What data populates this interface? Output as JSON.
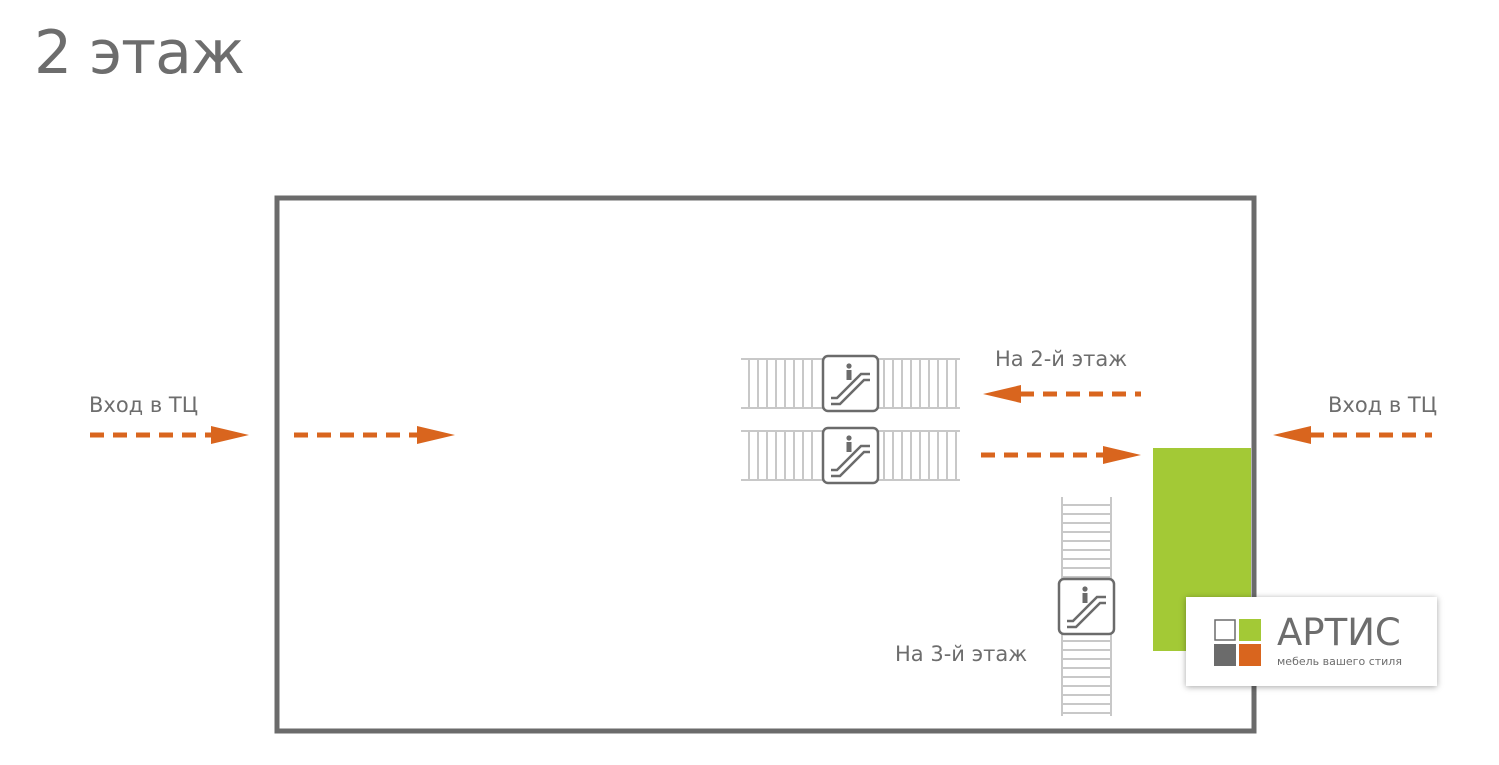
{
  "floor_title": "2 этаж",
  "labels": {
    "entrance_left": "Вход в ТЦ",
    "entrance_right": "Вход в ТЦ",
    "to_floor_2": "На 2-й этаж",
    "to_floor_3": "На 3-й этаж"
  },
  "store": {
    "name": "АРТИС",
    "tagline": "мебель вашего стиля",
    "highlight_color": "#a3c936"
  },
  "colors": {
    "walls": "#6b6b6b",
    "arrows": "#d9651e",
    "escalator_steps": "#c8c8c8",
    "logo_green": "#a3c936",
    "logo_gray": "#6b6b6b",
    "logo_orange": "#d9651e"
  },
  "icons": [
    "escalator-icon",
    "escalator-icon",
    "escalator-icon"
  ]
}
